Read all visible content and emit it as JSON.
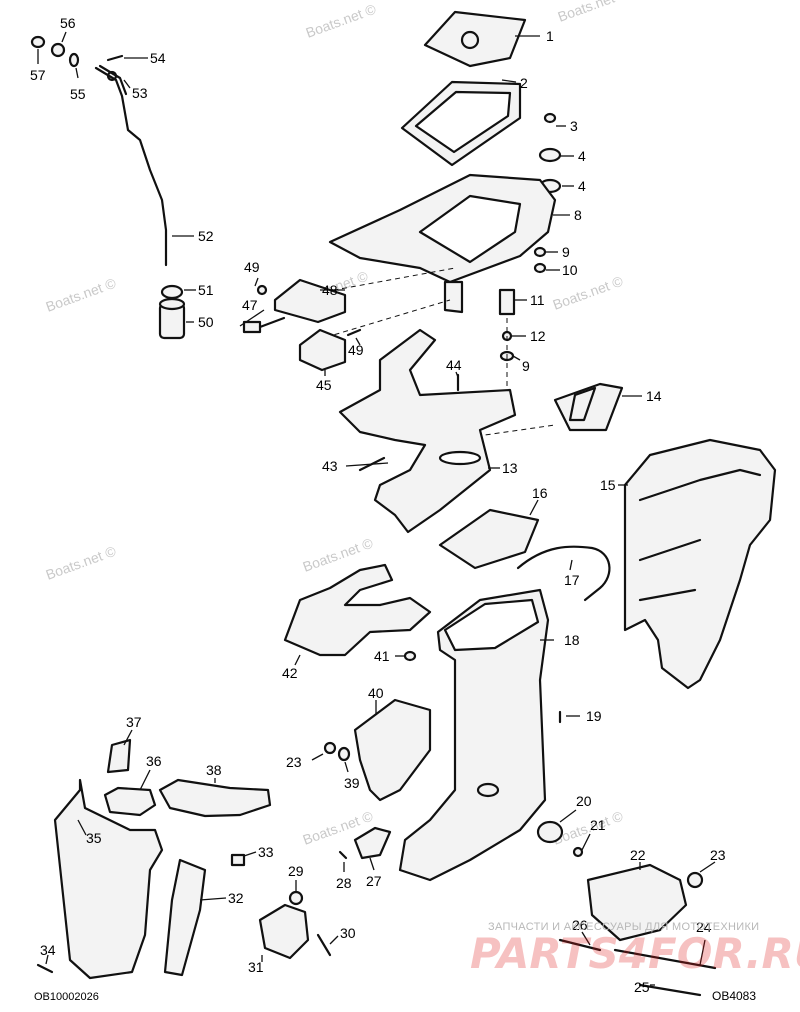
{
  "watermarks": [
    "Boats.net ©",
    "Boats.net ©",
    "Boats.net ©",
    "Boats.net ©",
    "Boats.net ©",
    "Boats.net ©",
    "Boats.net ©",
    "Boats.net ©",
    "Boats.net ©"
  ],
  "banner": {
    "text": "ЗАПЧАСТИ И АКСЕССУАРЫ ДЛЯ МОТОТЕХНИКИ",
    "brand": "PARTS4FOR.RU"
  },
  "codes": {
    "left": "OB10002026",
    "right": "OB4083"
  },
  "labels": {
    "p1": "1",
    "p2": "2",
    "p3": "3",
    "p4a": "4",
    "p4b": "4",
    "p8": "8",
    "p9a": "9",
    "p9b": "9",
    "p10": "10",
    "p11": "11",
    "p12": "12",
    "p13": "13",
    "p14": "14",
    "p15": "15",
    "p16": "16",
    "p17": "17",
    "p18": "18",
    "p19": "19",
    "p20": "20",
    "p21": "21",
    "p22": "22",
    "p23a": "23",
    "p23b": "23",
    "p24": "24",
    "p25": "25",
    "p26": "26",
    "p27": "27",
    "p28": "28",
    "p29": "29",
    "p30": "30",
    "p31": "31",
    "p32": "32",
    "p33": "33",
    "p34": "34",
    "p35": "35",
    "p36": "36",
    "p37": "37",
    "p38": "38",
    "p39": "39",
    "p40": "40",
    "p41": "41",
    "p42": "42",
    "p43": "43",
    "p44": "44",
    "p45": "45",
    "p47": "47",
    "p48": "48",
    "p49a": "49",
    "p49b": "49",
    "p50": "50",
    "p51": "51",
    "p52": "52",
    "p53": "53",
    "p54": "54",
    "p55": "55",
    "p56": "56",
    "p57": "57"
  }
}
